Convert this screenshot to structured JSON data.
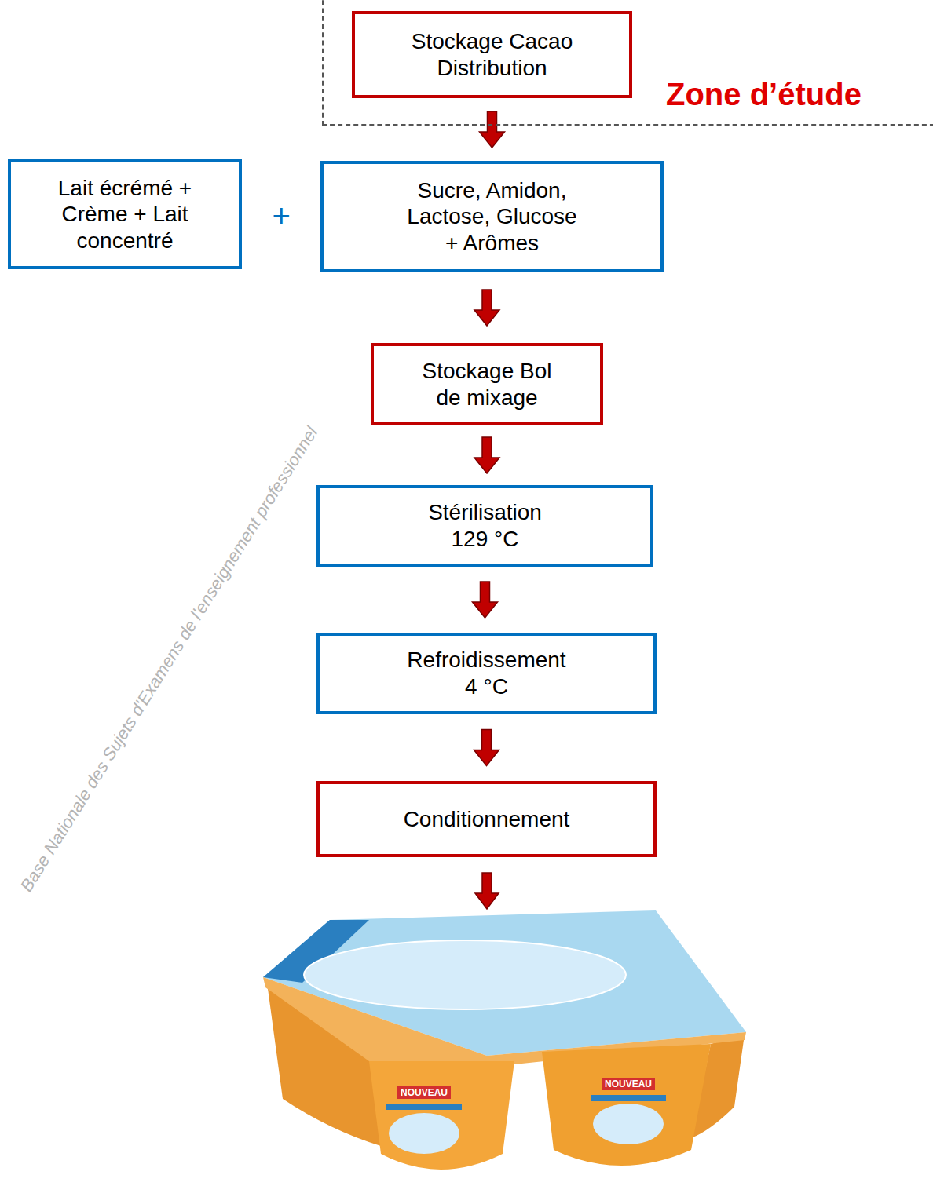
{
  "diagram": {
    "nodes": [
      {
        "text": [
          "Zone d’étude"
        ]
      },
      {
        "text": [
          "Stockage Cacao Distribution"
        ],
        "in": 0
      },
      {
        "text": [
          "Lait écrémé + Crème + Lait concentré"
        ]
      },
      {
        "text": [
          "Sucre, Amidon, Lactose, Glucose + Arômes"
        ]
      },
      {
        "text": [
          "Stockage Bol de mixage"
        ]
      },
      {
        "text": [
          "Stérilisation 129 °C"
        ]
      },
      {
        "text": [
          "Refroidissement 4 °C"
        ]
      },
      {
        "text": [
          "Conditionnement"
        ]
      }
    ],
    "edges": [
      {
        "from": 1,
        "to": 3,
        "arrow": "to"
      },
      {
        "from": 3,
        "to": 4,
        "arrow": "to"
      },
      {
        "from": 4,
        "to": 5,
        "arrow": "to"
      },
      {
        "from": 5,
        "to": 6,
        "arrow": "to"
      },
      {
        "from": 6,
        "to": 7,
        "arrow": "to"
      }
    ],
    "labels": [
      "+",
      "NOUVEAU",
      "NOUVEAU",
      "Base Nationale des Sujets d'Examens de l'enseignement professionnel"
    ]
  }
}
